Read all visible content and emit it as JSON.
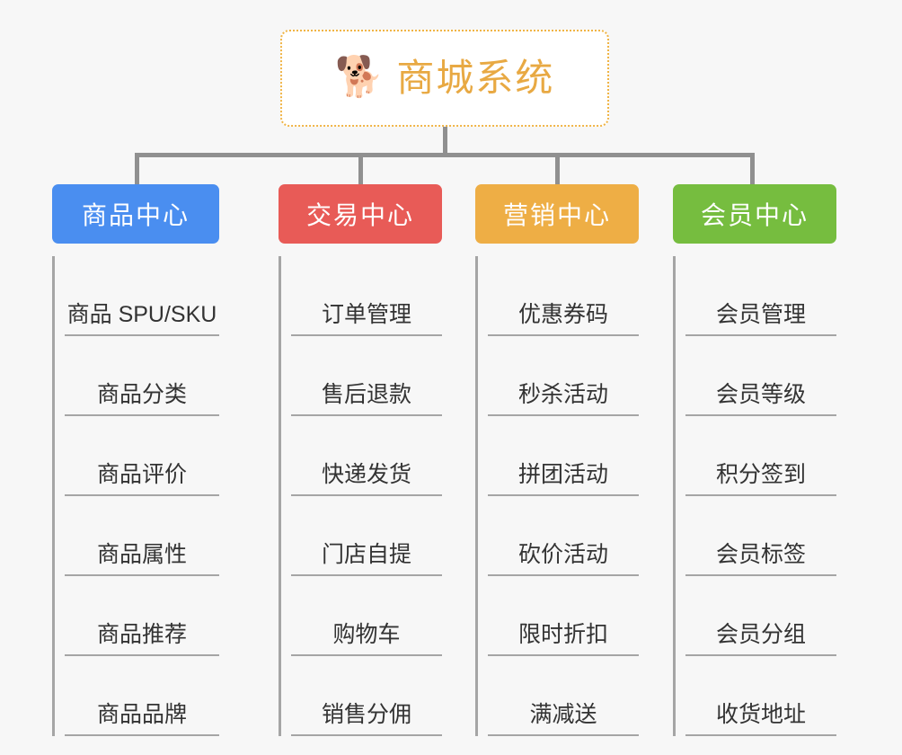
{
  "diagram": {
    "type": "org-tree",
    "background": "#f7f7f7",
    "root": {
      "icon": "shiba-dog-face-icon",
      "icon_glyph": "🐕",
      "title": "商城系统",
      "title_color": "#e8a943",
      "border_color": "#f0b445",
      "border_style": "dotted",
      "background": "#ffffff"
    },
    "connector_color": "#909090",
    "trunk_color": "#a5a5a5",
    "columns": [
      {
        "header": "商品中心",
        "color": "#4a8ef0",
        "items": [
          "商品 SPU/SKU",
          "商品分类",
          "商品评价",
          "商品属性",
          "商品推荐",
          "商品品牌"
        ]
      },
      {
        "header": "交易中心",
        "color": "#e85b57",
        "items": [
          "订单管理",
          "售后退款",
          "快递发货",
          "门店自提",
          "购物车",
          "销售分佣"
        ]
      },
      {
        "header": "营销中心",
        "color": "#eeae45",
        "items": [
          "优惠券码",
          "秒杀活动",
          "拼团活动",
          "砍价活动",
          "限时折扣",
          "满减送"
        ]
      },
      {
        "header": "会员中心",
        "color": "#76bd3f",
        "items": [
          "会员管理",
          "会员等级",
          "积分签到",
          "会员标签",
          "会员分组",
          "收货地址"
        ]
      }
    ]
  }
}
